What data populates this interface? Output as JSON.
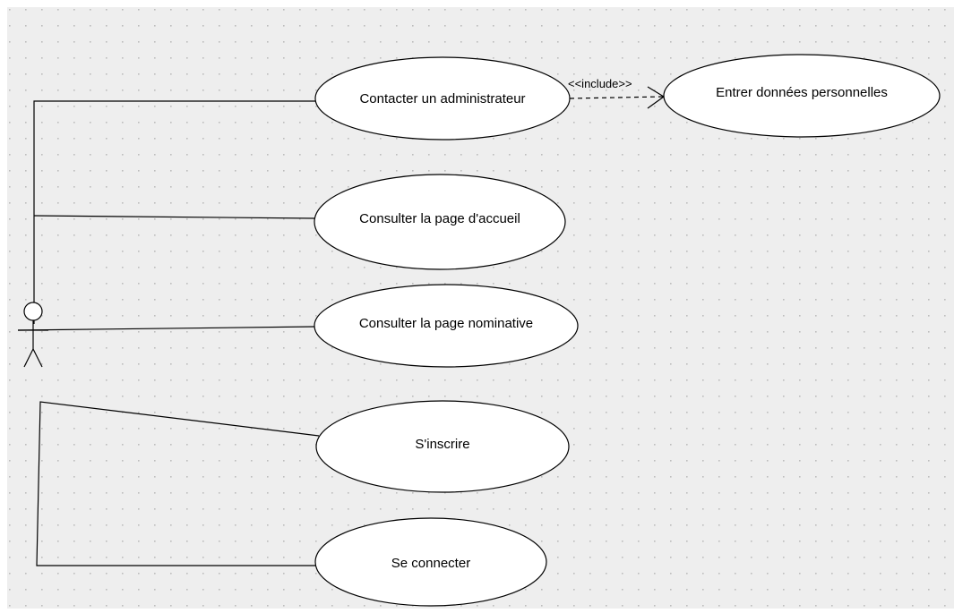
{
  "diagram": {
    "type": "uml-use-case",
    "background_color": "#eeeeee",
    "grid_dot_color": "#bdbdbd",
    "ellipse_fill": "#ffffff",
    "stroke_color": "#000000",
    "actor": {
      "icon": "stick-figure-icon",
      "label": ""
    },
    "use_cases": {
      "contacter": "Contacter un administrateur",
      "entrer": "Entrer données personnelles",
      "accueil": "Consulter la page d'accueil",
      "nominative": "Consulter la page nominative",
      "inscrire": "S'inscrire",
      "connecter": "Se connecter"
    },
    "relationships": {
      "include_label": "<<include>>"
    }
  }
}
